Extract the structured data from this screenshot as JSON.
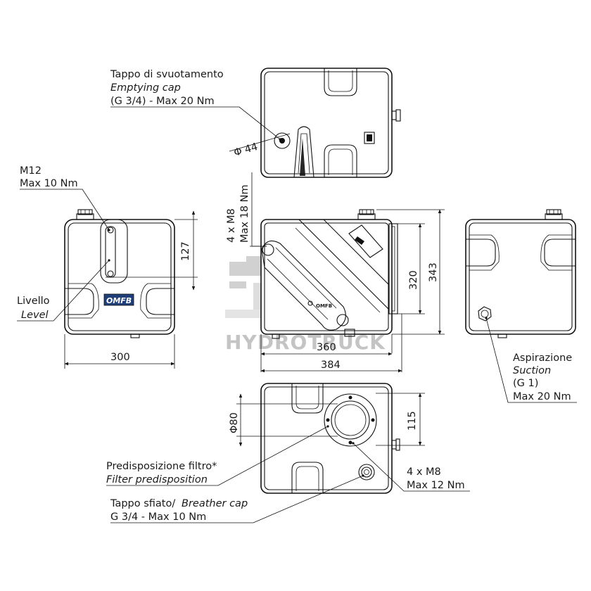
{
  "labels": {
    "emptying_cap": {
      "it": "Tappo di svuotamento",
      "en": "Emptying cap",
      "spec": "(G 3/4) - Max 20 Nm",
      "diameter": "Φ 44"
    },
    "m12": {
      "thread": "M12",
      "torque": "Max 10 Nm"
    },
    "level": {
      "it": "Livello",
      "en": "Level"
    },
    "brand": "OMFB",
    "mounting_top": {
      "line1": "4 x M8",
      "line2": "Max 18 Nm"
    },
    "suction": {
      "it": "Aspirazione",
      "en": "Suction",
      "spec1": "(G 1)",
      "spec2": "Max 20 Nm"
    },
    "filter": {
      "it": "Predisposizione filtro*",
      "en": "Filter predisposition",
      "diameter": "Φ80"
    },
    "mounting_bottom": {
      "line1": "4 x M8",
      "line2": "Max 12 Nm"
    },
    "breather": {
      "it": "Tappo sfiato/",
      "en": "Breather cap",
      "spec": "G 3/4 - Max 10 Nm"
    }
  },
  "dimensions": {
    "side_width": "300",
    "side_level_height": "127",
    "front_inner_width": "360",
    "front_outer_width": "384",
    "front_inner_height": "320",
    "front_outer_height": "343",
    "bottom_filter_offset": "115"
  },
  "watermark": "HYDROTRUCK",
  "colors": {
    "line": "#111111",
    "watermark": "#c4c4c4",
    "background": "#ffffff"
  }
}
